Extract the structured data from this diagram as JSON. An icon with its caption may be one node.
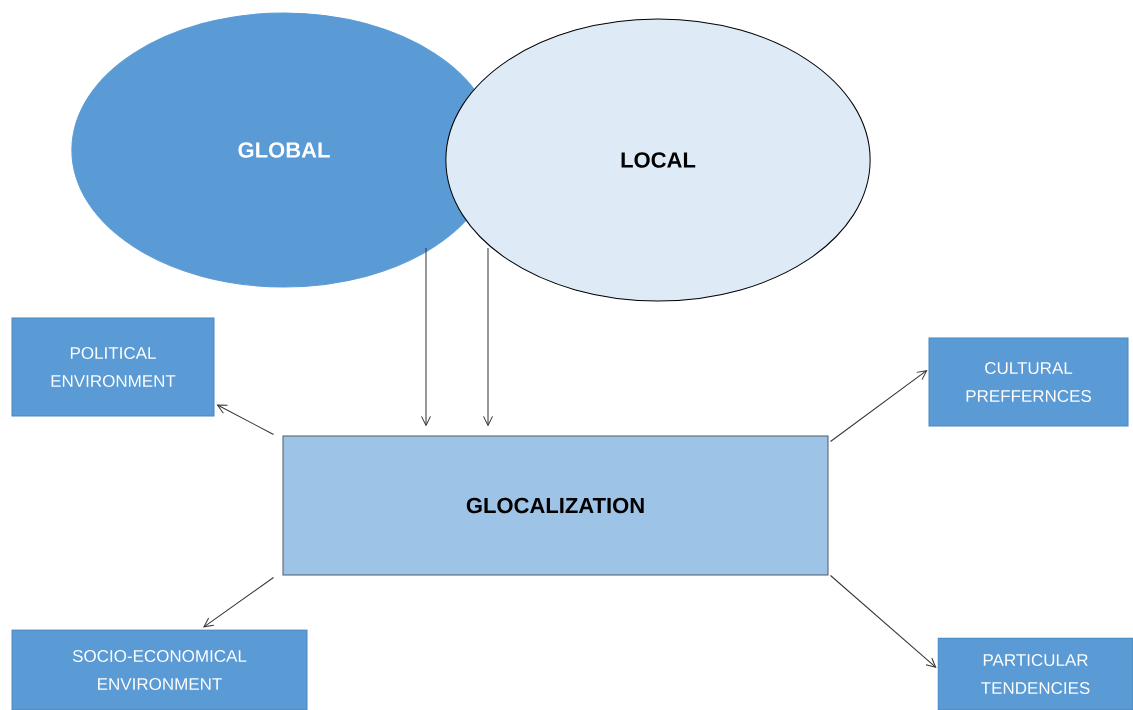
{
  "diagram": {
    "nodes": [
      {
        "text": [
          "GLOBAL"
        ]
      },
      {
        "text": [
          "LOCAL"
        ]
      },
      {
        "text": [
          "POLITICAL ENVIRONMENT"
        ]
      },
      {
        "text": [
          "CULTURAL PREFFERNCES"
        ]
      },
      {
        "text": [
          "GLOCALIZATION"
        ]
      },
      {
        "text": [
          "SOCIO-ECONOMICAL ENVIRONMENT"
        ]
      },
      {
        "text": [
          "PARTICULAR TENDENCIES"
        ]
      }
    ],
    "edges": [
      {
        "from": 0,
        "to": 4,
        "arrow": "to"
      },
      {
        "from": 1,
        "to": 4,
        "arrow": "to"
      },
      {
        "from": 4,
        "to": 2,
        "arrow": "to"
      },
      {
        "from": 4,
        "to": 3,
        "arrow": "to"
      },
      {
        "from": 4,
        "to": 5,
        "arrow": "to"
      },
      {
        "from": 4,
        "to": 6,
        "arrow": "to"
      }
    ]
  }
}
